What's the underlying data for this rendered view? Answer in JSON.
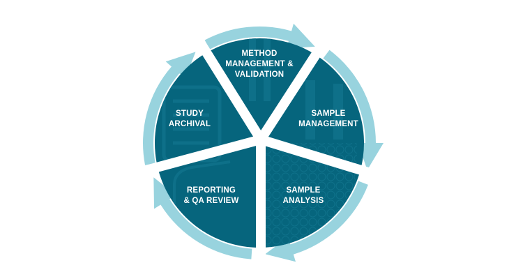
{
  "title": "Bioanalytical study lifecycle",
  "colors": {
    "slice": "#06657d",
    "slice_pattern": "#0e7089",
    "arrow": "#98d3de",
    "gap": "#ffffff",
    "text": "#ffffff"
  },
  "stages": [
    {
      "id": "method",
      "lines": [
        "METHOD",
        "MANAGEMENT &",
        "VALIDATION"
      ]
    },
    {
      "id": "sample-management",
      "lines": [
        "SAMPLE",
        "MANAGEMENT"
      ]
    },
    {
      "id": "sample-analysis",
      "lines": [
        "SAMPLE",
        "ANALYSIS"
      ]
    },
    {
      "id": "reporting",
      "lines": [
        "REPORTING",
        "& QA REVIEW"
      ]
    },
    {
      "id": "archival",
      "lines": [
        "STUDY",
        "ARCHIVAL"
      ]
    }
  ],
  "flow_direction": "clockwise"
}
